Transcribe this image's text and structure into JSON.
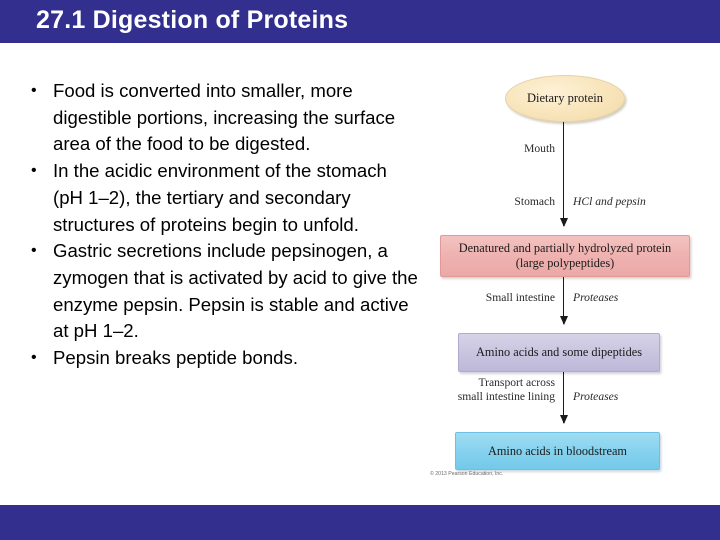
{
  "slide": {
    "title": "27.1 Digestion of Proteins",
    "accent_color": "#332f8f",
    "background_color": "#ffffff"
  },
  "bullets": [
    {
      "marker": "•",
      "text": "Food is converted into smaller, more digestible portions, increasing the surface area of the food to be digested."
    },
    {
      "marker": "•",
      "text": "In the acidic environment of the stomach (pH 1–2), the tertiary and secondary structures of proteins begin to unfold."
    },
    {
      "marker": "•",
      "text": "Gastric secretions include pepsinogen, a zymogen that is activated by acid to give the enzyme pepsin. Pepsin is stable and active at pH 1–2."
    },
    {
      "marker": "•",
      "text": "Pepsin breaks peptide bonds."
    }
  ],
  "figure": {
    "nodes": {
      "dietary_protein": "Dietary protein",
      "denatured": "Denatured and partially hydrolyzed protein (large polypeptides)",
      "amino_dipeptides": "Amino acids and some dipeptides",
      "amino_blood": "Amino acids in bloodstream"
    },
    "node_colors": {
      "dietary_protein": "#f8e3b8",
      "denatured": "#efb3b1",
      "amino_dipeptides": "#c9c5e0",
      "amino_blood": "#86d2ee"
    },
    "labels": {
      "mouth": "Mouth",
      "stomach": "Stomach",
      "hcl_and_pepsin": "HCl and pepsin",
      "small_intestine": "Small intestine",
      "proteases_1": "Proteases",
      "transport": "Transport across small intestine lining",
      "proteases_2": "Proteases"
    },
    "credit": "© 2013 Pearson Education, Inc."
  }
}
